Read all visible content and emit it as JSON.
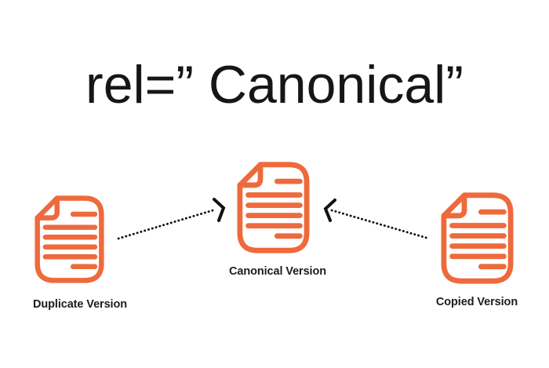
{
  "title": "rel=” Canonical”",
  "colors": {
    "accent_orange": "#EE6A3C",
    "text_black": "#161616",
    "arrow_black": "#111111",
    "background": "#FFFFFF"
  },
  "nodes": [
    {
      "id": "duplicate",
      "label": "Duplicate Version",
      "icon": "document-icon"
    },
    {
      "id": "canonical",
      "label": "Canonical Version",
      "icon": "document-icon"
    },
    {
      "id": "copied",
      "label": "Copied Version",
      "icon": "document-icon"
    }
  ],
  "arrows": [
    {
      "from": "duplicate",
      "to": "canonical",
      "style": "dotted-chevron"
    },
    {
      "from": "copied",
      "to": "canonical",
      "style": "dotted-chevron"
    }
  ]
}
